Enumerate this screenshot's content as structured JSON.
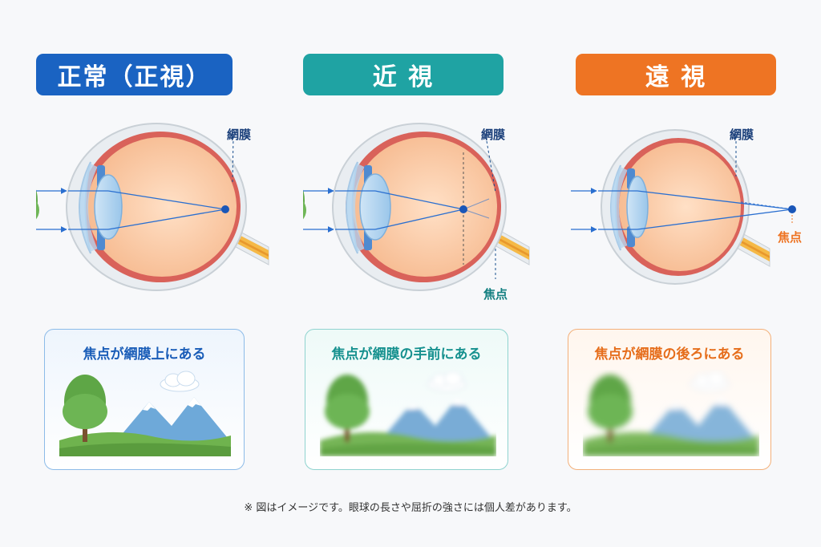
{
  "columns": [
    {
      "id": "normal",
      "title": "正常（正視）",
      "color": "#1a63c2",
      "retina_label": "網膜",
      "focus_label": "",
      "callout": "焦点が網膜上にある"
    },
    {
      "id": "myopia",
      "title": "近 視",
      "color": "#1fa3a3",
      "retina_label": "網膜",
      "focus_label": "焦点",
      "callout": "焦点が網膜の手前にある"
    },
    {
      "id": "hyperopia",
      "title": "遠 視",
      "color": "#ee7423",
      "retina_label": "網膜",
      "focus_label": "焦点",
      "callout": "焦点が網膜の後ろにある"
    }
  ],
  "footnote": "※ 図はイメージです。眼球の長さや屈折の強さには個人差があります。"
}
